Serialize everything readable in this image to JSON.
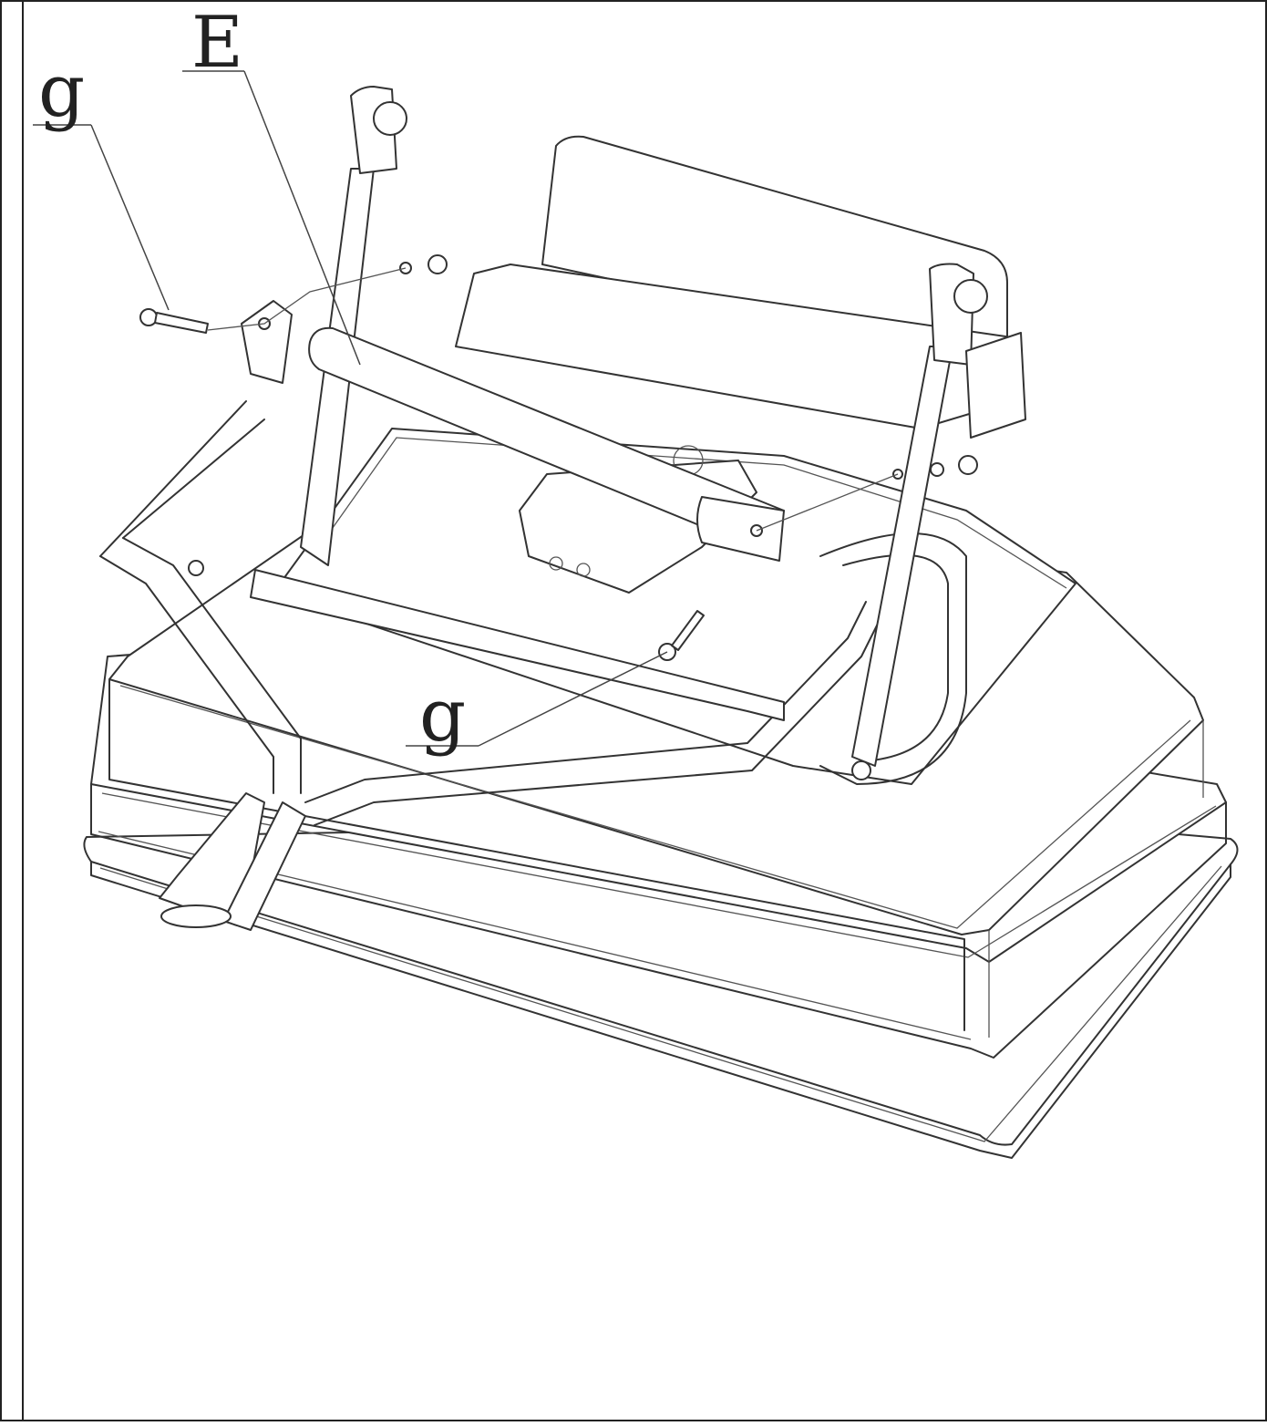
{
  "callouts": {
    "g_top": "g",
    "e": "E",
    "g_bottom": "g"
  }
}
